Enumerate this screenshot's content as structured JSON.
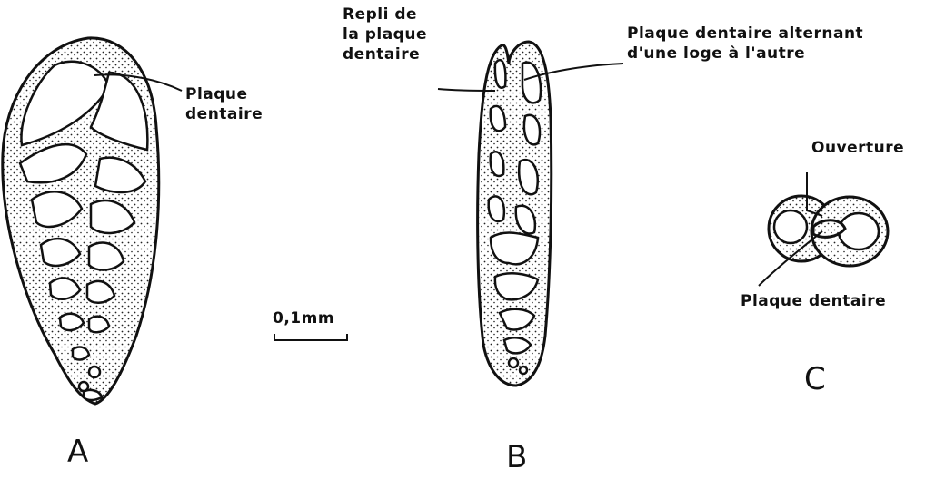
{
  "labels": {
    "plaque_dentaire_a": "Plaque\ndentaire",
    "repli": "Repli de\nla plaque\ndentaire",
    "plaque_alternant": "Plaque dentaire alternant\nd'une loge à l'autre",
    "ouverture": "Ouverture",
    "plaque_dentaire_c": "Plaque dentaire",
    "scale": "0,1mm"
  },
  "figures": {
    "a": "A",
    "b": "B",
    "c": "C"
  }
}
